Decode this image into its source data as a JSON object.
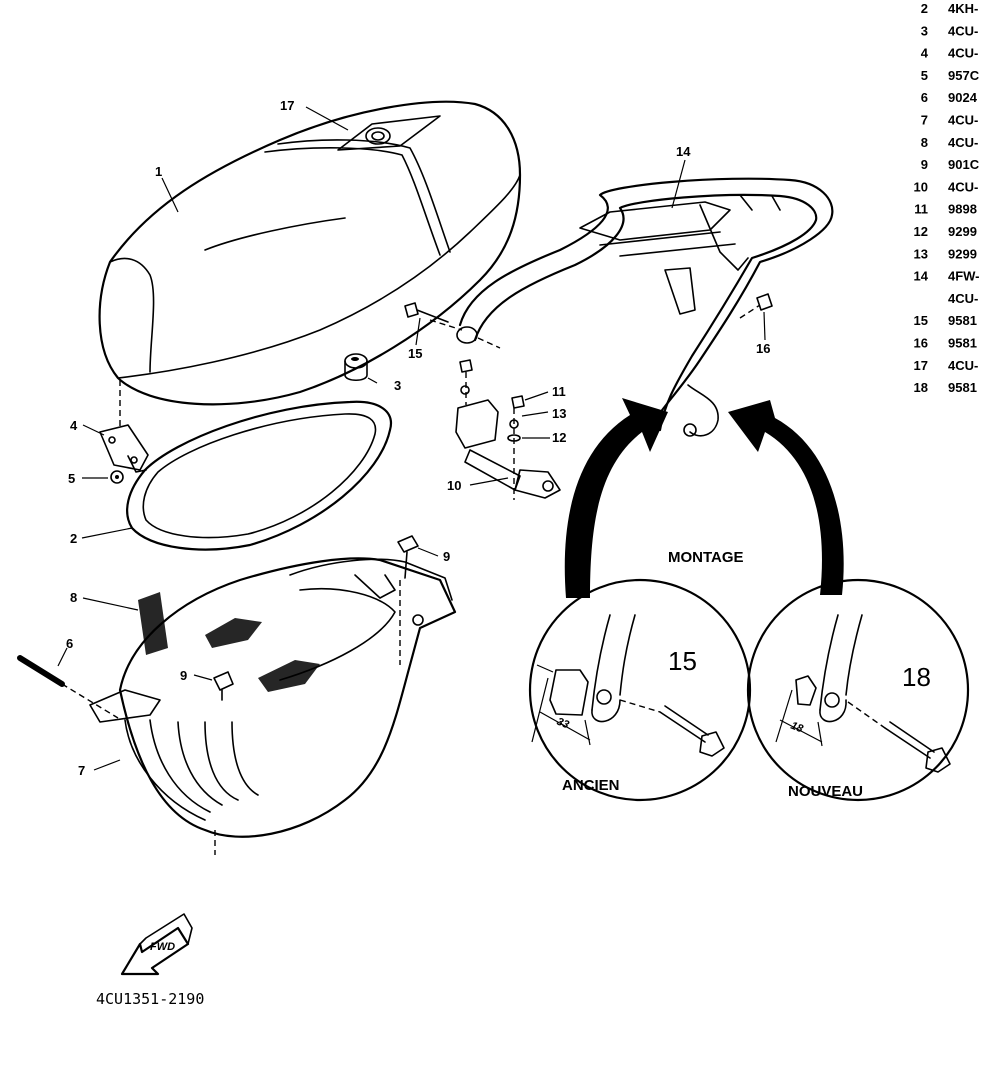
{
  "callouts": {
    "c1": "1",
    "c2": "2",
    "c3": "3",
    "c4": "4",
    "c5": "5",
    "c6": "6",
    "c7": "7",
    "c8": "8",
    "c9a": "9",
    "c9b": "9",
    "c10": "10",
    "c11": "11",
    "c12": "12",
    "c13": "13",
    "c14": "14",
    "c15": "15",
    "c16": "16",
    "c17": "17"
  },
  "montage_label": "MONTAGE",
  "old_detail": {
    "label": "ANCIEN",
    "part_number": "15",
    "dimension": "33"
  },
  "new_detail": {
    "label": "NOUVEAU",
    "part_number": "18",
    "dimension": "18"
  },
  "fwd_label": "FWD",
  "drawing_code": "4CU1351-2190",
  "parts_list": [
    {
      "no": "2",
      "code": "4KH-"
    },
    {
      "no": "3",
      "code": "4CU-"
    },
    {
      "no": "4",
      "code": "4CU-"
    },
    {
      "no": "5",
      "code": "957C"
    },
    {
      "no": "6",
      "code": "9024"
    },
    {
      "no": "7",
      "code": "4CU-"
    },
    {
      "no": "8",
      "code": "4CU-"
    },
    {
      "no": "9",
      "code": "901C"
    },
    {
      "no": "10",
      "code": "4CU-"
    },
    {
      "no": "11",
      "code": "9898"
    },
    {
      "no": "12",
      "code": "9299"
    },
    {
      "no": "13",
      "code": "9299"
    },
    {
      "no": "14",
      "code": "4FW-"
    },
    {
      "no": "",
      "code": "4CU-"
    },
    {
      "no": "15",
      "code": "9581"
    },
    {
      "no": "16",
      "code": "9581"
    },
    {
      "no": "17",
      "code": "4CU-"
    },
    {
      "no": "18",
      "code": "9581"
    }
  ]
}
